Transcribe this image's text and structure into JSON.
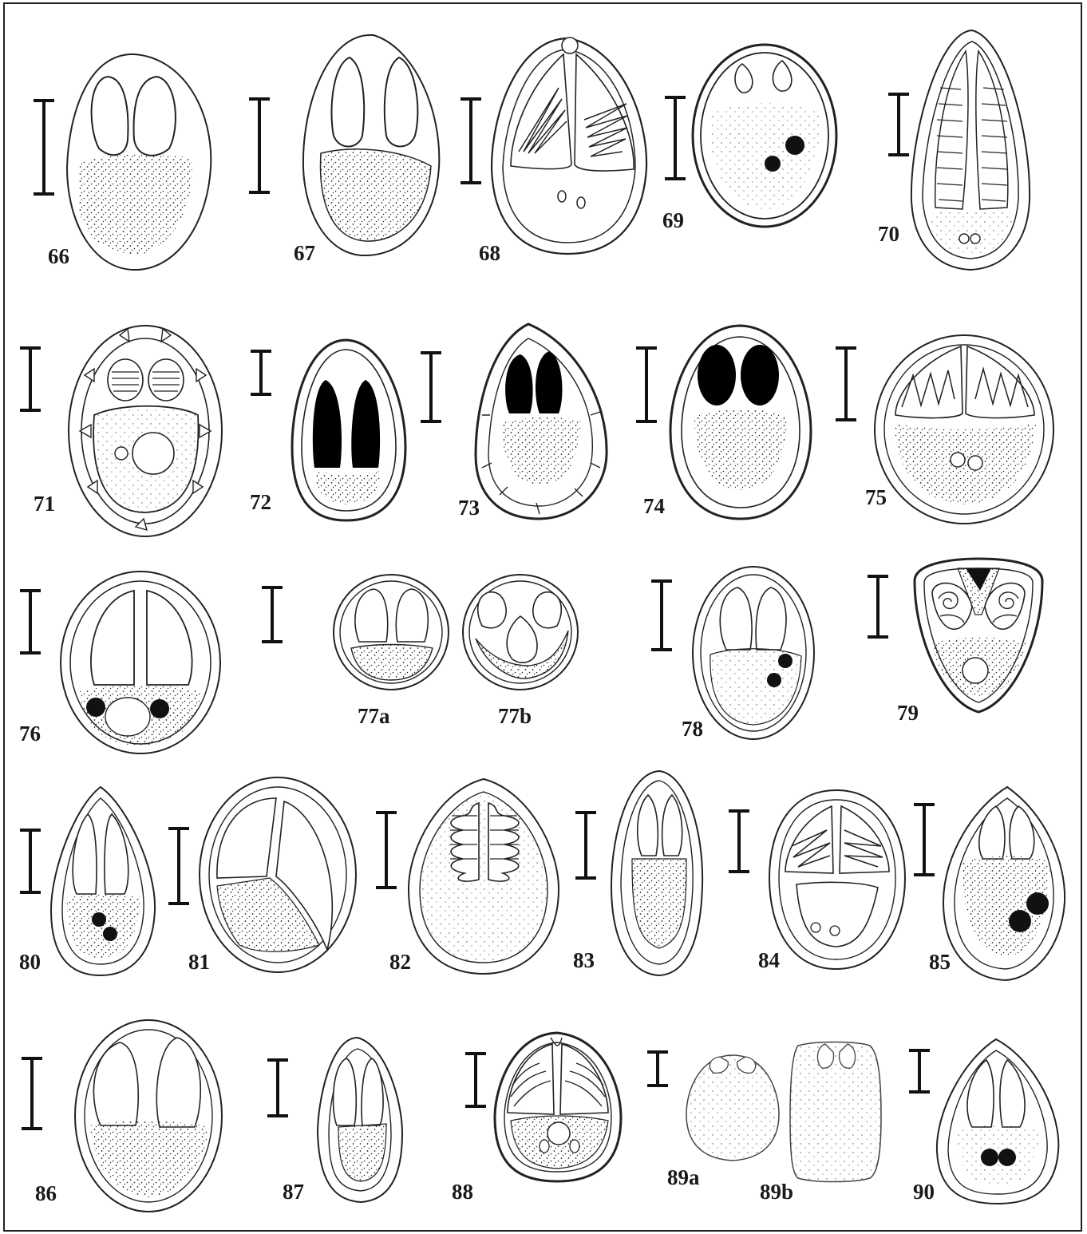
{
  "plate": {
    "figures": [
      {
        "label": "66",
        "kind": "valves_polar_capsules"
      },
      {
        "label": "67",
        "kind": "valves_polar_capsules"
      },
      {
        "label": "68",
        "kind": "coiled_filaments"
      },
      {
        "label": "69",
        "kind": "round_small_capsules"
      },
      {
        "label": "70",
        "kind": "elongate_striated"
      },
      {
        "label": "71",
        "kind": "spined_coiled"
      },
      {
        "label": "72",
        "kind": "dark_capsules"
      },
      {
        "label": "73",
        "kind": "dark_capsules_spined"
      },
      {
        "label": "74",
        "kind": "dark_capsules"
      },
      {
        "label": "75",
        "kind": "round_coiled"
      },
      {
        "label": "76",
        "kind": "capsules_two_nuclei"
      },
      {
        "label": "77a",
        "kind": "round_small"
      },
      {
        "label": "77b",
        "kind": "round_three_capsules"
      },
      {
        "label": "78",
        "kind": "capsules_two_nuclei"
      },
      {
        "label": "79",
        "kind": "spiral_dark_apex"
      },
      {
        "label": "80",
        "kind": "capsules_two_nuclei"
      },
      {
        "label": "81",
        "kind": "oblique_valves"
      },
      {
        "label": "82",
        "kind": "coiled_filaments"
      },
      {
        "label": "83",
        "kind": "elongate_capsules"
      },
      {
        "label": "84",
        "kind": "coiled_filaments"
      },
      {
        "label": "85",
        "kind": "capsules_two_nuclei"
      },
      {
        "label": "86",
        "kind": "valves_polar_capsules"
      },
      {
        "label": "87",
        "kind": "elongate_capsules"
      },
      {
        "label": "88",
        "kind": "coiled_filaments"
      },
      {
        "label": "89a",
        "kind": "round_small"
      },
      {
        "label": "89b",
        "kind": "rectangular"
      },
      {
        "label": "90",
        "kind": "capsules_two_nuclei"
      }
    ]
  }
}
